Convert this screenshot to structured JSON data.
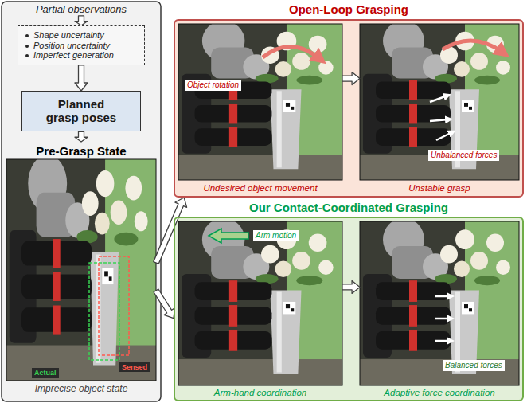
{
  "diagram": {
    "nodes": [
      {
        "text": [
          "Partial observations"
        ]
      },
      {
        "text": [
          "Shape uncertainty",
          "Position uncertainty",
          "Imperfect generation"
        ]
      },
      {
        "text": [
          "Planned grasp poses"
        ]
      },
      {
        "text": [
          "Pre-Grasp State",
          "Actual",
          "Sensed",
          "Imprecise object state"
        ]
      },
      {
        "text": [
          "Open-Loop Grasping"
        ]
      },
      {
        "text": [
          "Object rotation",
          "Undesired object movement"
        ],
        "in": 4
      },
      {
        "text": [
          "Unbalanced forces",
          "Unstable grasp"
        ],
        "in": 4
      },
      {
        "text": [
          "Our Contact-Coordinated Grasping"
        ]
      },
      {
        "text": [
          "Arm motion",
          "Arm-hand coordination"
        ],
        "in": 7
      },
      {
        "text": [
          "Balanced forces",
          "Adaptive force coordination"
        ],
        "in": 7
      }
    ],
    "edges": [
      {
        "from": 0,
        "to": 1,
        "arrow": "to"
      },
      {
        "from": 1,
        "to": 2,
        "arrow": "to"
      },
      {
        "from": 2,
        "to": 3,
        "arrow": "to"
      },
      {
        "from": 3,
        "to": 4,
        "arrow": "to"
      },
      {
        "from": 3,
        "to": 7,
        "arrow": "to"
      },
      {
        "from": 5,
        "to": 6,
        "arrow": "to"
      },
      {
        "from": 8,
        "to": 9,
        "arrow": "to"
      }
    ]
  }
}
